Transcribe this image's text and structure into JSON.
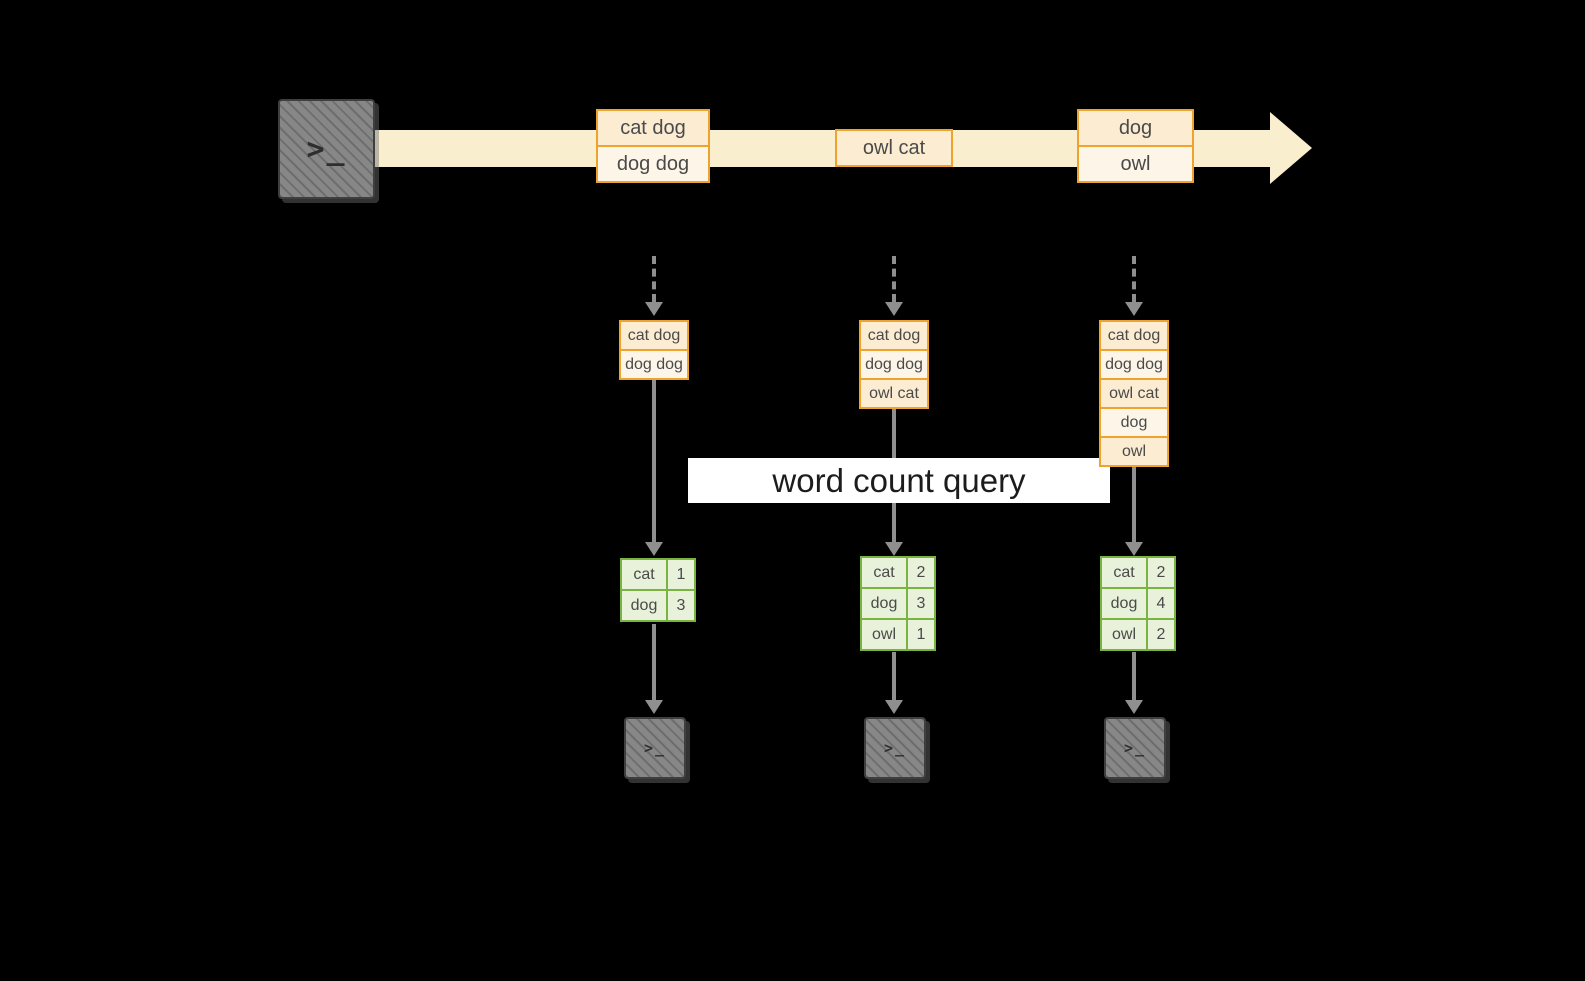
{
  "colors": {
    "background": "#000000",
    "stream_fill": "#f9efcf",
    "box_border": "#efa32f",
    "box_fill_a": "#fcedd2",
    "box_fill_b": "#fdf6e8",
    "table_border": "#79b440",
    "table_fill": "#e8f2da",
    "arrow_gray": "#8f8f8f",
    "banner_bg": "#ffffff",
    "text_dark": "#4a4a4a"
  },
  "terminal": {
    "glyph": ">_"
  },
  "stream_groups": [
    {
      "items": [
        "cat dog",
        "dog dog"
      ]
    },
    {
      "items": [
        "owl cat"
      ]
    },
    {
      "items": [
        "dog",
        "owl"
      ]
    }
  ],
  "buffers": [
    {
      "items": [
        "cat dog",
        "dog dog"
      ]
    },
    {
      "items": [
        "cat dog",
        "dog dog",
        "owl cat"
      ]
    },
    {
      "items": [
        "cat dog",
        "dog dog",
        "owl cat",
        "dog",
        "owl"
      ]
    }
  ],
  "banner": {
    "label": "word count query"
  },
  "tables": [
    {
      "rows": [
        {
          "word": "cat",
          "count": "1"
        },
        {
          "word": "dog",
          "count": "3"
        }
      ]
    },
    {
      "rows": [
        {
          "word": "cat",
          "count": "2"
        },
        {
          "word": "dog",
          "count": "3"
        },
        {
          "word": "owl",
          "count": "1"
        }
      ]
    },
    {
      "rows": [
        {
          "word": "cat",
          "count": "2"
        },
        {
          "word": "dog",
          "count": "4"
        },
        {
          "word": "owl",
          "count": "2"
        }
      ]
    }
  ]
}
